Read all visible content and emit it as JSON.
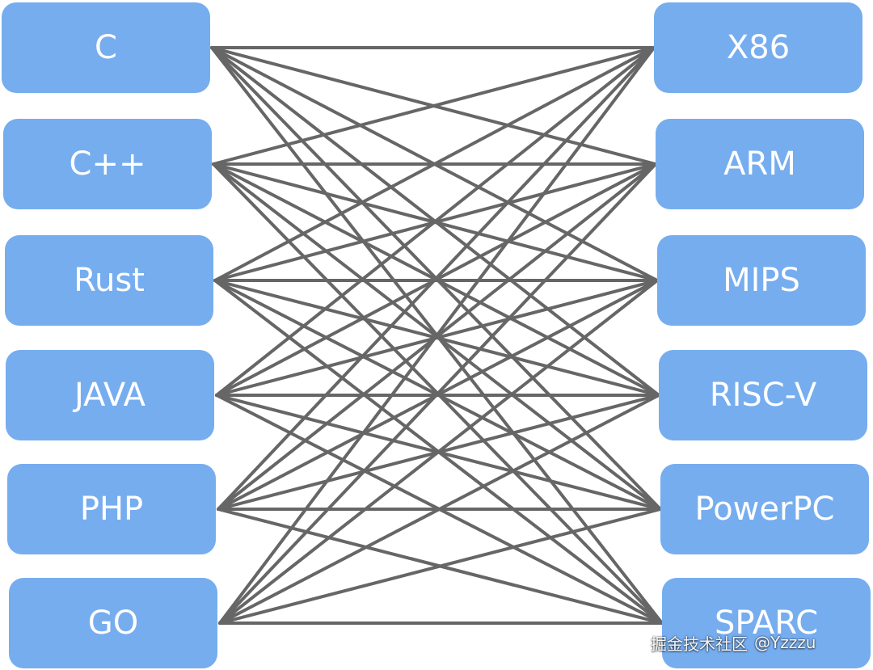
{
  "diagram": {
    "left_nodes": [
      {
        "label": "C"
      },
      {
        "label": "C++"
      },
      {
        "label": "Rust"
      },
      {
        "label": "JAVA"
      },
      {
        "label": "PHP"
      },
      {
        "label": "GO"
      }
    ],
    "right_nodes": [
      {
        "label": "X86"
      },
      {
        "label": "ARM"
      },
      {
        "label": "MIPS"
      },
      {
        "label": "RISC-V"
      },
      {
        "label": "PowerPC"
      },
      {
        "label": "SPARC"
      }
    ],
    "connections": "all-to-all",
    "node_color": "#76adef",
    "line_color": "#666666"
  },
  "watermark": {
    "site": "掘金技术社区",
    "user": "@Yzzzu"
  }
}
